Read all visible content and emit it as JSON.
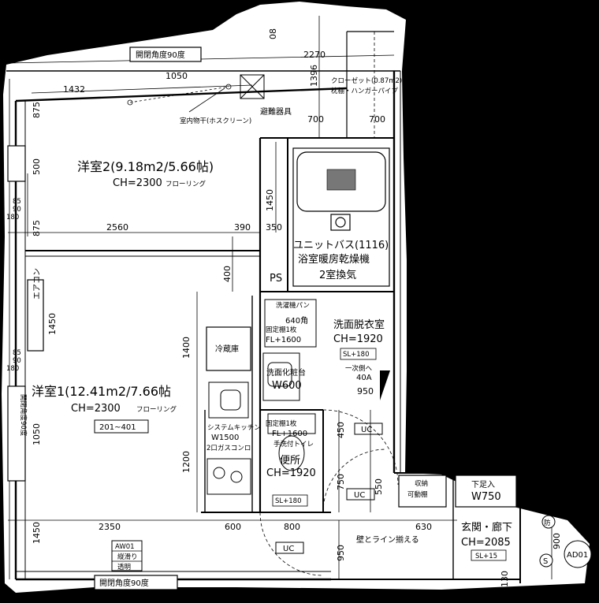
{
  "rooms": {
    "room2_name": "洋室2(9.18m2/5.66帖)",
    "room2_ch": "CH=2300",
    "room2_floor": "フローリング",
    "room1_name": "洋室1(12.41m2/7.66帖",
    "room1_ch": "CH=2300",
    "room1_floor": "フローリング",
    "room1_units": "201~401",
    "bath_name": "ユニットバス(1116)",
    "bath_dryer": "浴室暖房乾燥機",
    "bath_vent": "2室換気",
    "wash_name": "洗面脱衣室",
    "wash_ch": "CH=1920",
    "wash_sl": "SL+180",
    "toilet_name": "便所",
    "toilet_ch": "CH=1920",
    "toilet_sl": "SL+180",
    "entrance_name": "玄関・廊下",
    "entrance_ch": "CH=2085",
    "entrance_sl": "SL+15",
    "ps": "PS",
    "closet_name": "クローゼット(0.87m2)",
    "closet_detail": "枕棚・ハンガーパイプ"
  },
  "labels": {
    "window_top": "開閉角度90度",
    "window_bottom": "開閉角度90度",
    "window_left": "開閉角度90度",
    "indoor_dryer": "室内物干(ホスクリーン)",
    "evac": "避難器具",
    "aircon": "エアコン",
    "fridge": "冷蔵庫",
    "washer": "洗濯機パン",
    "washer_size": "640角",
    "washer_fix": "固定棚1枚",
    "washer_fl": "FL+1600",
    "vanity": "洗面化粧台",
    "vanity_w": "W600",
    "toilet_fix": "固定棚1枚",
    "toilet_fl": "FL+1600",
    "toilet_sink": "手洗付トイレ",
    "breaker": "一次側へ",
    "breaker_a": "40A",
    "kitchen": "システムキッチン",
    "kitchen_w": "W1500",
    "kitchen_stove": "2口ガスコンロ",
    "shoe": "下足入",
    "shoe_w": "W750",
    "storage": "可動棚",
    "storage2": "収納",
    "wall_align": "壁とライン揃える",
    "uc1": "UC",
    "uc2": "UC",
    "uc3": "UC",
    "door_code": "AD01",
    "window_code": "AW01",
    "window_type1": "縦滑り",
    "window_type2": "透明",
    "fire_mark": "防",
    "s_mark": "S"
  },
  "dimensions": {
    "d2270": "2270",
    "d1050_top": "1050",
    "d1432": "1432",
    "d1396": "1396",
    "d875_a": "875",
    "d500": "500",
    "d85a": "85",
    "d90a": "90",
    "d180a": "180",
    "d875_b": "875",
    "d2560": "2560",
    "d390": "390",
    "d350": "350",
    "d1450_a": "1450",
    "d700_a": "700",
    "d700_b": "700",
    "d400": "400",
    "d1450_b": "1450",
    "d1400": "1400",
    "d85b": "85",
    "d90b": "90",
    "d180b": "180",
    "d950_a": "950",
    "d1050_left": "1050",
    "d1200": "1200",
    "d450": "450",
    "d750": "750",
    "d550": "550",
    "d1450_c": "1450",
    "d2350": "2350",
    "d600": "600",
    "d800": "800",
    "d630": "630",
    "d950_b": "950",
    "d900": "900",
    "d130": "130",
    "d08": "08",
    "d1116": "1116"
  }
}
